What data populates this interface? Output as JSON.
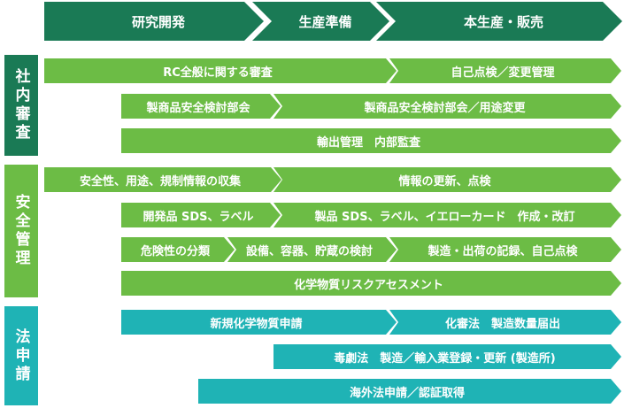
{
  "colors": {
    "phase_header": "#1a7a55",
    "internal_review": "#1a7a55",
    "safety_management": "#6cbc45",
    "legal_applications": "#1fb3b5"
  },
  "phases": [
    "研究開発",
    "生産準備",
    "本生産・販売"
  ],
  "sections": {
    "internal_review": "社内審査",
    "safety_management": "安全管理",
    "legal_applications": "法申請"
  },
  "internal_review": {
    "rc_review": "RC全般に関する審査",
    "self_inspection": "自己点検／変更管理",
    "product_safety_committee": "製商品安全検討部会",
    "product_safety_committee_use_change": "製商品安全検討部会／用途変更",
    "export_audit": "輸出管理　内部監査"
  },
  "safety_management": {
    "info_collection": "安全性、用途、規制情報の収集",
    "info_update": "情報の更新、点検",
    "dev_sds_label": "開発品 SDS、ラベル",
    "product_sds_label": "製品 SDS、ラベル、イエローカード　作成・改訂",
    "hazard_classification": "危険性の分類",
    "equipment_review": "設備、容器、貯蔵の検討",
    "manufacturing_records": "製造・出荷の記録、自己点検",
    "risk_assessment": "化学物質リスクアセスメント"
  },
  "legal_applications": {
    "new_chemical": "新規化学物質申請",
    "chemical_substances_act": "化審法　製造数量届出",
    "poisonous_substances_act": "毒劇法　製造／輸入業登録・更新 (製造所)",
    "overseas_certification": "海外法申請／認証取得"
  }
}
